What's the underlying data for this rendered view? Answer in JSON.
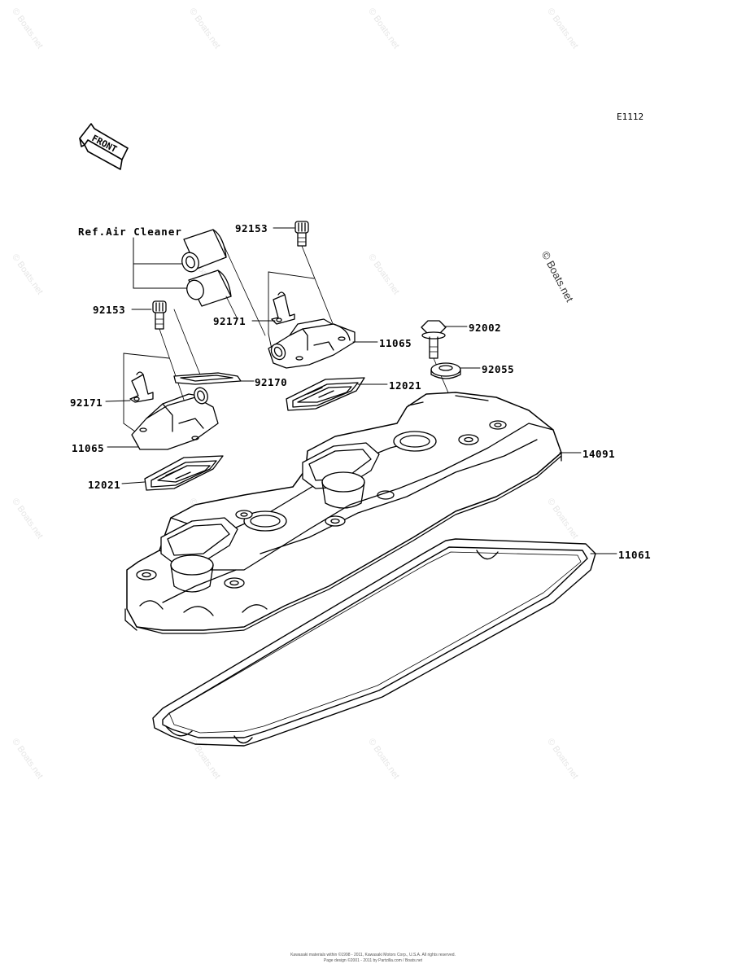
{
  "diagram_code": "E1112",
  "front_arrow_text": "FRONT",
  "ref_note": "Ref.Air Cleaner",
  "watermark": "© Boats.net",
  "callouts": {
    "c92153_top": "92153",
    "c92153_left": "92153",
    "c92171_upper": "92171",
    "c92171_left": "92171",
    "c11065_right": "11065",
    "c11065_left": "11065",
    "c92002": "92002",
    "c92055": "92055",
    "c92170": "92170",
    "c12021_right": "12021",
    "c12021_left": "12021",
    "c14091": "14091",
    "c11061": "11061"
  },
  "footer": {
    "line1": "Kawasaki materials within ©1998 - 2011, Kawasaki Motors Corp., U.S.A. All rights reserved.",
    "line2": "Page design ©2001 - 2011 by Partzilla.com / Boats.net"
  }
}
